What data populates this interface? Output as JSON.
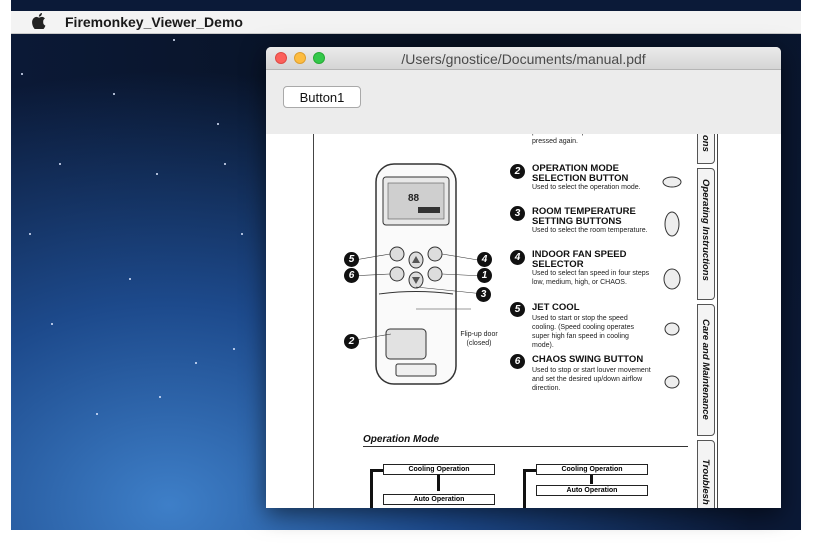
{
  "menubar": {
    "app_name": "Firemonkey_Viewer_Demo",
    "apple_glyph": ""
  },
  "window": {
    "title": "/Users/gnostice/Documents/manual.pdf"
  },
  "toolbar": {
    "button1_label": "Button1"
  },
  "pdf": {
    "item1": {
      "text": "pressed and stops when the button is pressed again."
    },
    "item2": {
      "number": "2",
      "title": "OPERATION MODE SELECTION BUTTON",
      "desc": "Used to select the operation mode."
    },
    "item3": {
      "number": "3",
      "title": "ROOM TEMPERATURE SETTING BUTTONS",
      "desc": "Used to select the room temperature."
    },
    "item4": {
      "number": "4",
      "title": "INDOOR FAN SPEED SELECTOR",
      "desc": "Used to select fan speed in four steps low, medium, high, or CHAOS."
    },
    "item5": {
      "number": "5",
      "title": "JET COOL",
      "desc": "Used to start or stop the speed cooling. (Speed cooling operates super high fan speed in cooling mode)."
    },
    "item6": {
      "number": "6",
      "title": "CHAOS SWING BUTTON",
      "desc": "Used to stop or start louver movement and set the desired up/down airflow direction."
    },
    "remote": {
      "door_label": "Flip-up door (closed)",
      "callouts": [
        "5",
        "6",
        "4",
        "1",
        "3",
        "2"
      ]
    },
    "section_title": "Operation Mode",
    "flow": {
      "box1": "Cooling Operation",
      "box2": "Auto Operation",
      "box3": "Cooling Operation",
      "box4": "Auto Operation"
    },
    "tabs": {
      "tab1": "ons",
      "tab2": "Operating Instructions",
      "tab3": "Care and Maintenance",
      "tab4": "Troublesh"
    }
  }
}
